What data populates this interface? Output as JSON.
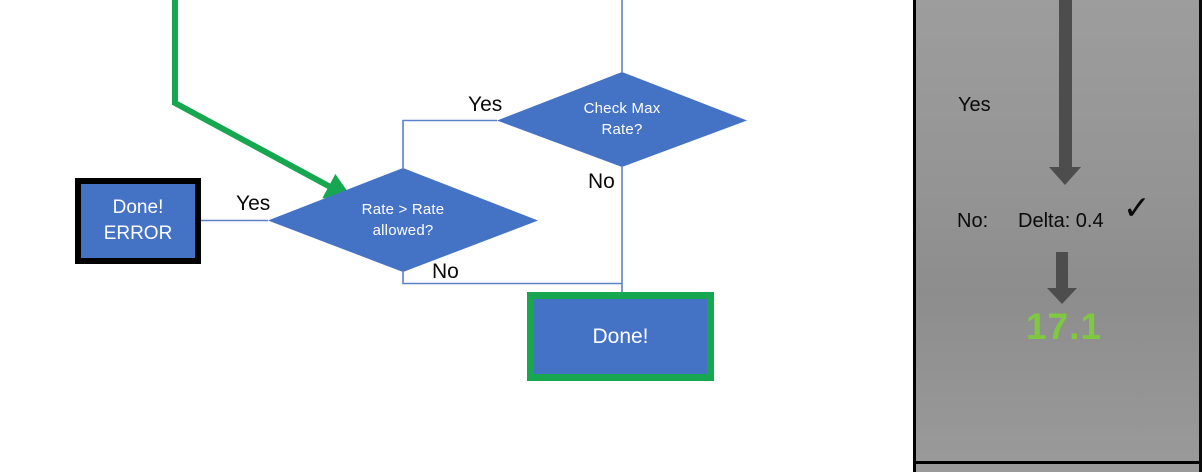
{
  "flowchart": {
    "node_fill": "#4472C4",
    "connector_color": "#5C81C6",
    "green_color": "#17A750",
    "diamond_check_max": {
      "label": "Check Max Rate?"
    },
    "diamond_rate_allowed": {
      "label": "Rate > Rate allowed?"
    },
    "error_box": {
      "line1": "Done!",
      "line2": "ERROR"
    },
    "done_box": {
      "label": "Done!"
    },
    "edge_labels": {
      "check_max_yes": "Yes",
      "check_max_no": "No",
      "rate_allowed_yes": "Yes",
      "rate_allowed_no": "No"
    }
  },
  "side_panel": {
    "yes_label": "Yes",
    "no_label": "No:",
    "delta_value": "Delta: 0.4",
    "check_mark": "✓",
    "result_value": "17.1",
    "result_color": "#7EC93F",
    "arrow_color": "#4d4d4d",
    "background_color": "#949494"
  }
}
